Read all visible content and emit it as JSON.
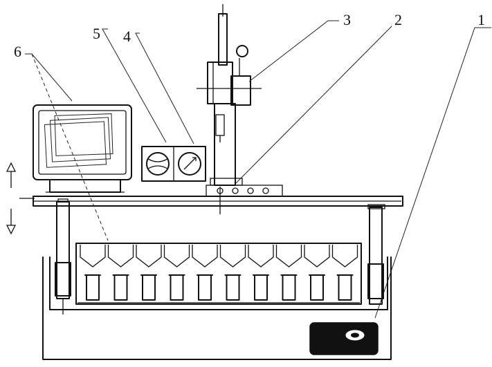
{
  "labels": [
    {
      "id": "1",
      "text": "1"
    },
    {
      "id": "2",
      "text": "2"
    },
    {
      "id": "3",
      "text": "3"
    },
    {
      "id": "4",
      "text": "4"
    },
    {
      "id": "5",
      "text": "5"
    },
    {
      "id": "6",
      "text": "6"
    }
  ],
  "colors": {
    "ink": "#111111",
    "paper": "#ffffff"
  },
  "icons": [
    "up-arrow-icon",
    "down-arrow-icon",
    "dial-icon",
    "gauge-icon",
    "power-button-icon"
  ]
}
